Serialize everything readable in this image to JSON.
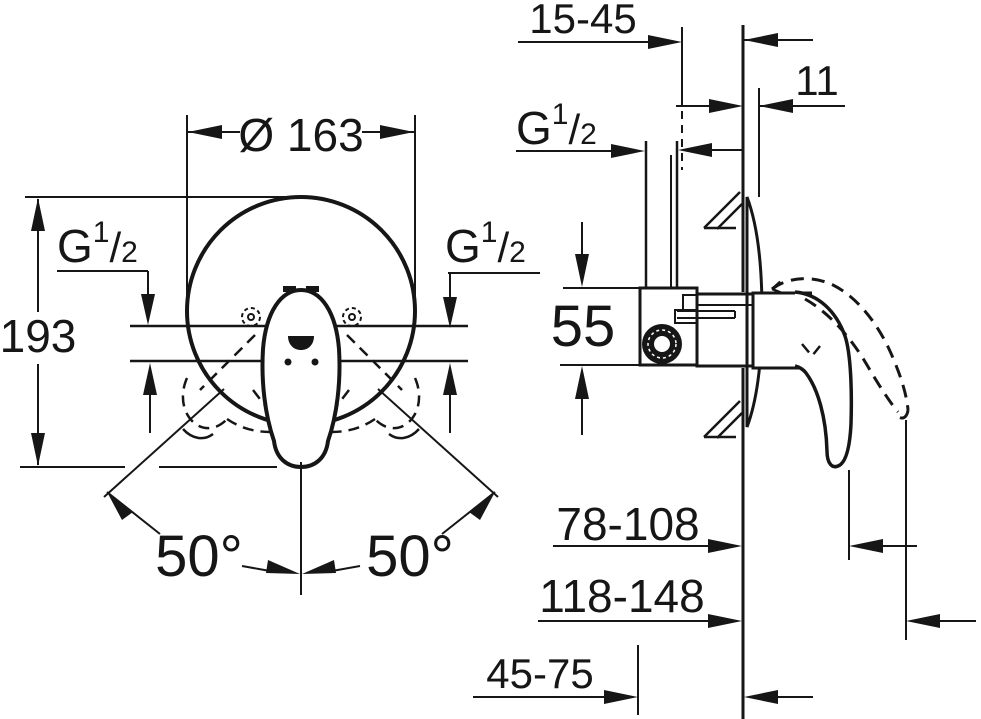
{
  "colors": {
    "ink": "#161616",
    "paper": "#ffffff"
  },
  "thread_label": {
    "base": "G",
    "sup": "1",
    "slash": "/",
    "sub": "2"
  },
  "front_view": {
    "diameter": "Ø 163",
    "height": "193",
    "swing_left": "50°",
    "swing_right": "50°"
  },
  "side_view": {
    "wall_depth_range": "15-45",
    "plate_thickness": "11",
    "port_offset": "55",
    "projection_range": "78-108",
    "overall_projection_range": "118-148",
    "recess_depth_range": "45-75"
  }
}
